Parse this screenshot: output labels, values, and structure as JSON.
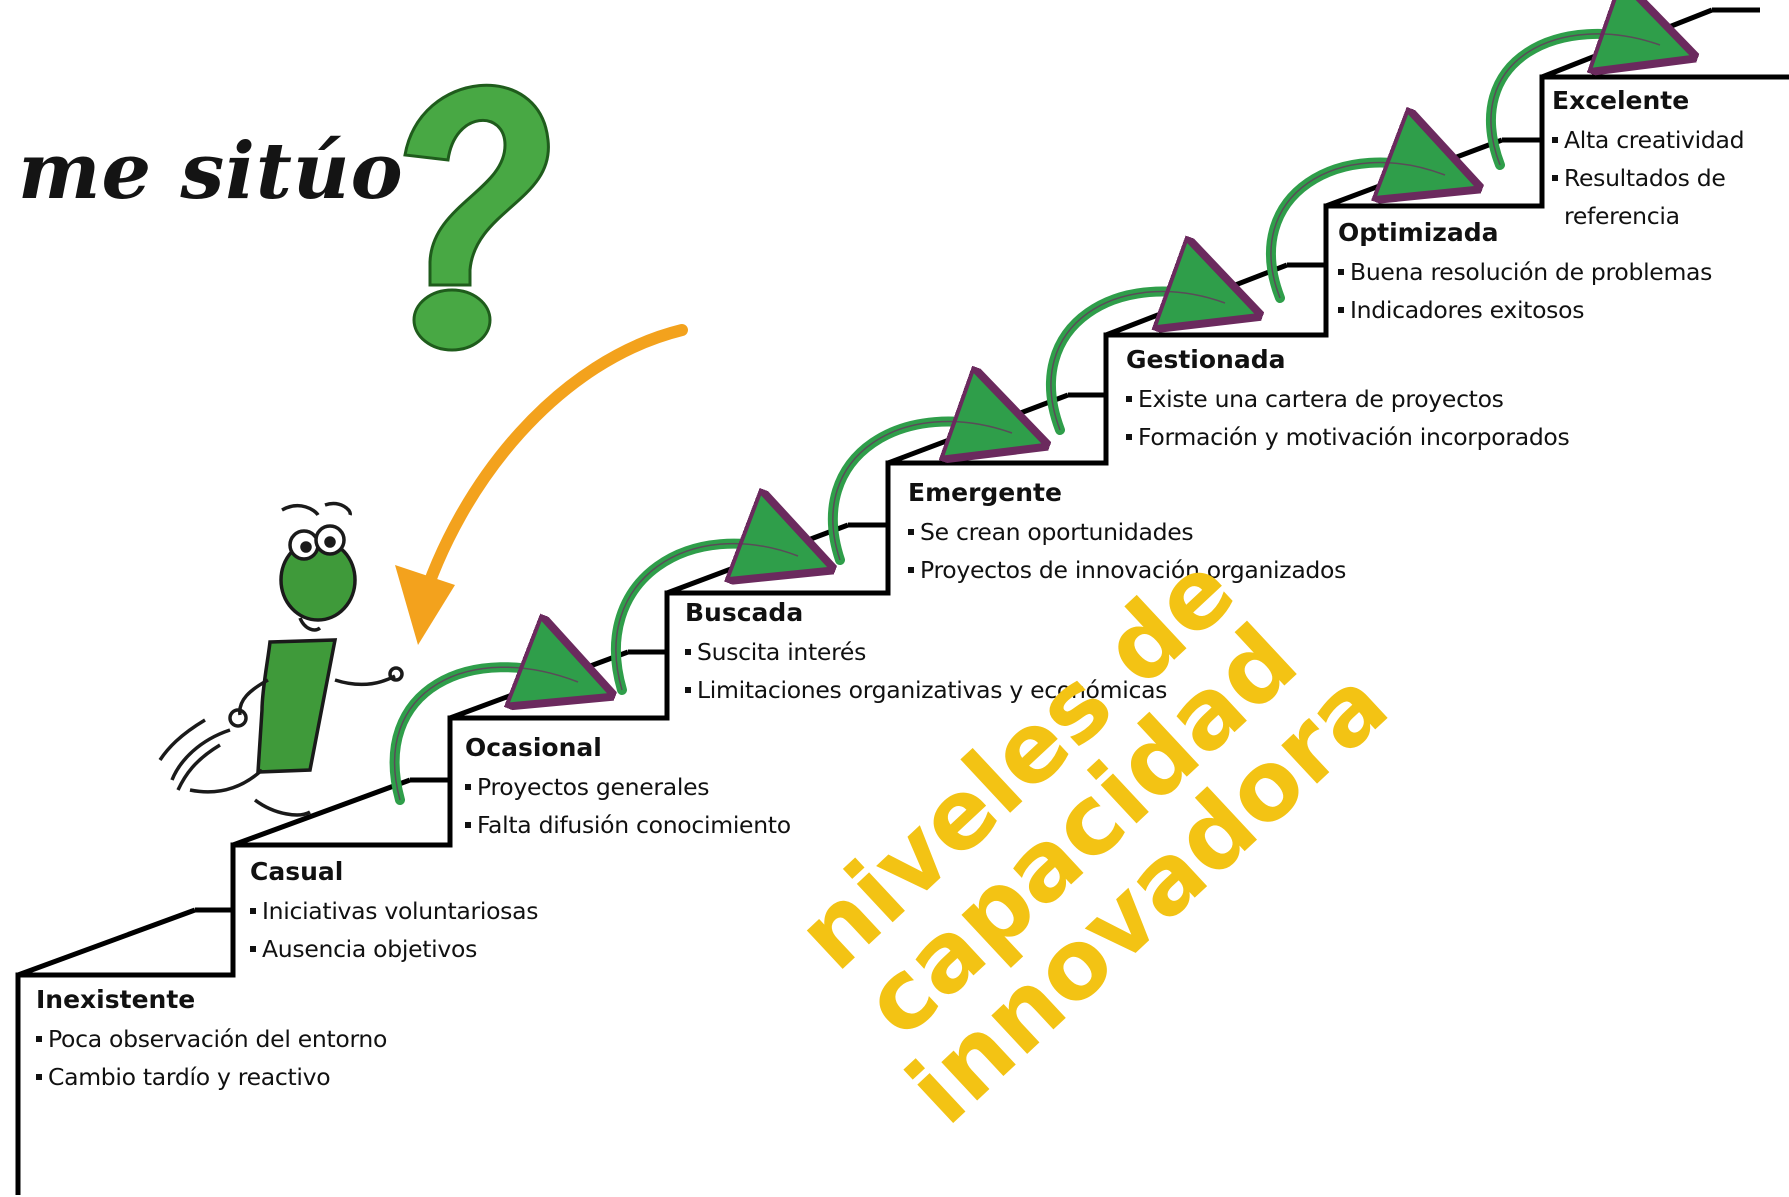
{
  "question": "me sitúo",
  "slogan": [
    "niveles de",
    "capacidad",
    "innovadora"
  ],
  "steps": [
    {
      "title": "Inexistente",
      "bullets": [
        "Poca observación del entorno",
        "Cambio tardío y reactivo"
      ]
    },
    {
      "title": "Casual",
      "bullets": [
        "Iniciativas voluntariosas",
        "Ausencia objetivos"
      ]
    },
    {
      "title": "Ocasional",
      "bullets": [
        "Proyectos generales",
        "Falta difusión conocimiento"
      ]
    },
    {
      "title": "Buscada",
      "bullets": [
        "Suscita interés",
        "Limitaciones organizativas y económicas"
      ]
    },
    {
      "title": "Emergente",
      "bullets": [
        "Se crean oportunidades",
        "Proyectos de innovación organizados"
      ]
    },
    {
      "title": "Gestionada",
      "bullets": [
        "Existe una cartera de proyectos",
        "Formación y motivación incorporados"
      ]
    },
    {
      "title": "Optimizada",
      "bullets": [
        "Buena resolución de problemas",
        "Indicadores exitosos"
      ]
    },
    {
      "title": "Excelente",
      "bullets": [
        "Alta creatividad",
        "Resultados de",
        "referencia"
      ]
    }
  ],
  "colors": {
    "stair_line": "#000000",
    "arrow_green": "#2f9e4a",
    "accent_orange": "#f3a21d",
    "slogan_yellow": "#f3c314",
    "figure_green": "#3f9a3a"
  }
}
